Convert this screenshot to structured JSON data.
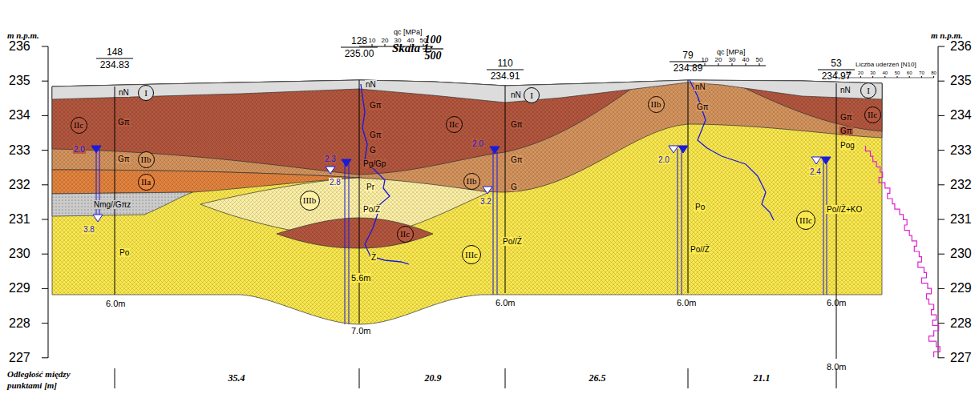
{
  "diagram": {
    "nodes": [
      {
        "text": [
          "I"
        ]
      },
      {
        "text": [
          "IIc"
        ]
      },
      {
        "text": [
          "IIb"
        ]
      },
      {
        "text": [
          "IIa"
        ]
      },
      {
        "text": [
          "IIIb"
        ]
      },
      {
        "text": [
          "IIc"
        ]
      },
      {
        "text": [
          "IIc"
        ]
      },
      {
        "text": [
          "IIb"
        ]
      },
      {
        "text": [
          "IIIc"
        ]
      },
      {
        "text": [
          "I"
        ]
      },
      {
        "text": [
          "IIb"
        ]
      },
      {
        "text": [
          "IIIc"
        ]
      },
      {
        "text": [
          "I"
        ]
      },
      {
        "text": [
          "IIc"
        ]
      }
    ],
    "labels": [
      "Skala 1:",
      "100",
      "500",
      "m n.p.m.",
      "m n.p.m.",
      "236",
      "235",
      "234",
      "233",
      "232",
      "231",
      "230",
      "229",
      "228",
      "227",
      "236",
      "235",
      "234",
      "233",
      "232",
      "231",
      "230",
      "229",
      "228",
      "227",
      "148",
      "234.83",
      "128",
      "235.00",
      "110",
      "234.91",
      "79",
      "234.89",
      "53",
      "234.97",
      "nN",
      "Gπ",
      "Gπ",
      "Nmg//Gπz",
      "Po",
      "2.0",
      "3.8",
      "6.0m",
      "nN",
      "Gπ",
      "Gπ",
      "G",
      "Pg/Gp",
      "Pr",
      "Po/Ż",
      "Ż",
      "2.3",
      "2.8",
      "5.6m",
      "7.0m",
      "nN",
      "Gπ",
      "Gπ",
      "G",
      "Po//Ż",
      "2.0",
      "3.2",
      "6.0m",
      "nN",
      "Gπ",
      "Po",
      "Po//Ż",
      "2.0",
      "6.0m",
      "nN",
      "Gπ",
      "Gπ",
      "Pog",
      "Po//Ż+KO",
      "2.4",
      "6.0m",
      "8.0m",
      "qc [MPa]",
      "10",
      "20",
      "30",
      "40",
      "50",
      "qc [MPa]",
      "10",
      "20",
      "30",
      "40",
      "50",
      "Liczba uderzeń [N10]",
      "0",
      "10",
      "20",
      "30",
      "40",
      "50",
      "60",
      "70",
      "80",
      "Odległość między",
      "punktami [m]",
      "35.4",
      "20.9",
      "26.5",
      "21.1"
    ]
  }
}
